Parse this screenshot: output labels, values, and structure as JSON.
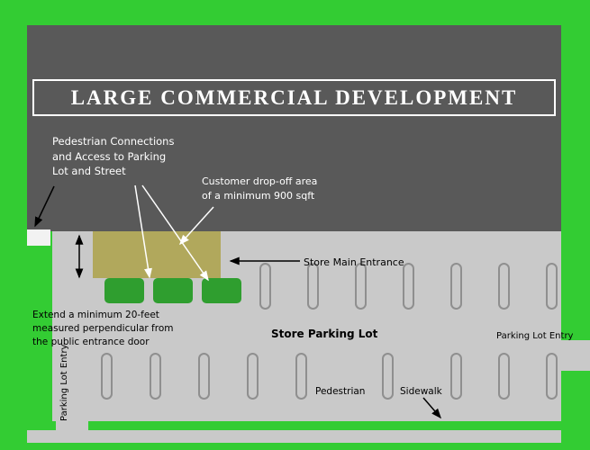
{
  "colors": {
    "frame_green": "#33cc33",
    "building_gray": "#595959",
    "lot_gray": "#c9c9c9",
    "dropoff_tan": "#b1a85c",
    "walkway_green": "#2f9e2f",
    "stall_outline": "#8f8f8f",
    "notch_white": "#f2f2f2",
    "text_light": "#ffffff",
    "text_dark": "#000000"
  },
  "title": "LARGE COMMERCIAL DEVELOPMENT",
  "building_labels": {
    "pedestrian_connections": [
      "Pedestrian Connections",
      "and Access to Parking",
      "Lot and Street"
    ],
    "customer_dropoff": [
      "Customer drop-off area",
      "of a minimum 900 sqft"
    ]
  },
  "lot_labels": {
    "store_main_entrance": "Store Main Entrance",
    "store_parking_lot": "Store Parking Lot",
    "parking_lot_entry_right": "Parking Lot Entry",
    "parking_lot_entry_left": "Parking Lot Entry",
    "pedestrian_sidewalk": [
      "Pedestrian",
      "Sidewalk"
    ],
    "extend_note": [
      "Extend a minimum 20-feet",
      "measured perpendicular from",
      "the public entrance door"
    ]
  },
  "parking": {
    "row1_stalls": 7,
    "row2_stalls": 9
  }
}
